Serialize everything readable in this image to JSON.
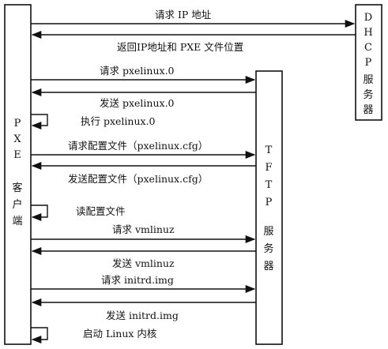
{
  "participants": {
    "pxe_client": [
      "P",
      "X",
      "E",
      "客",
      "户",
      "端"
    ],
    "tftp_server": [
      "T",
      "F",
      "T",
      "P",
      "服",
      "务",
      "器"
    ],
    "dhcp_server": [
      "D",
      "H",
      "C",
      "P",
      "服",
      "务",
      "器"
    ]
  },
  "messages": [
    {
      "text": "请求 IP 地址",
      "kind": "arrow",
      "direction": "to-dhcp"
    },
    {
      "text": "返回IP地址和 PXE 文件位置",
      "kind": "arrow",
      "direction": "from-dhcp"
    },
    {
      "text": "请求 pxelinux.0",
      "kind": "arrow",
      "direction": "to-tftp"
    },
    {
      "text": "发送 pxelinux.0",
      "kind": "arrow",
      "direction": "from-tftp"
    },
    {
      "text": "执行 pxelinux.0",
      "kind": "self"
    },
    {
      "text": "请求配置文件（pxelinux.cfg）",
      "kind": "arrow",
      "direction": "to-tftp"
    },
    {
      "text": "发送配置文件（pxelinux.cfg）",
      "kind": "arrow",
      "direction": "from-tftp"
    },
    {
      "text": "读配置文件",
      "kind": "self"
    },
    {
      "text": "请求 vmlinuz",
      "kind": "arrow",
      "direction": "to-tftp"
    },
    {
      "text": "发送 vmlinuz",
      "kind": "arrow",
      "direction": "from-tftp"
    },
    {
      "text": "请求 initrd.img",
      "kind": "arrow",
      "direction": "to-tftp"
    },
    {
      "text": "发送 initrd.img",
      "kind": "arrow",
      "direction": "from-tftp"
    },
    {
      "text": "启动 Linux 内核",
      "kind": "self"
    }
  ]
}
